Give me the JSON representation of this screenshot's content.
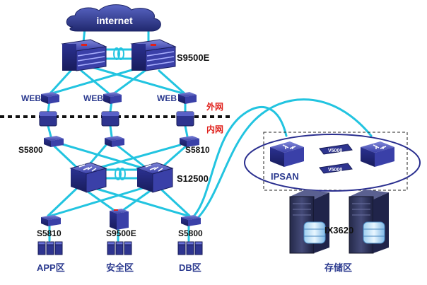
{
  "diagram": {
    "cloud_label": "internet",
    "core_switch_label": "S9500E",
    "web_labels": [
      "WEB",
      "WEB",
      "WEB"
    ],
    "outer_zone_label": "外网",
    "inner_zone_label": "内网",
    "left_access_label": "S5800",
    "right_access_label": "S5810",
    "aggregation_label": "S12500",
    "bottom_labels": {
      "app_switch": "S5810",
      "security_switch": "S9500E",
      "db_switch": "S5800"
    },
    "zone_labels": {
      "app": "APP区",
      "security": "安全区",
      "db": "DB区",
      "storage": "存储区"
    },
    "ipsan_label": "IPSAN",
    "storage_label": "IX3620",
    "module_label": "V5000",
    "colors": {
      "link": "#22c4e0",
      "device": "#2a2f8f",
      "cloud": "#2e3a8c",
      "zone_red": "#e0201b",
      "text_blue": "#2b3a8f"
    }
  }
}
